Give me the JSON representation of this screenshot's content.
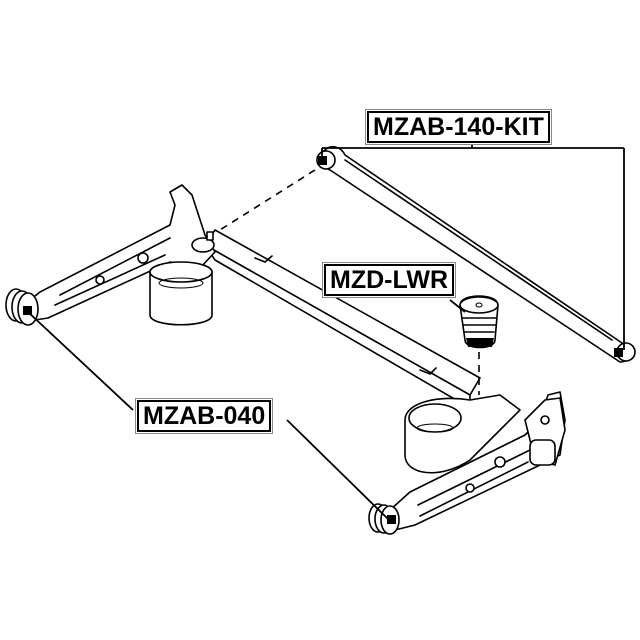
{
  "diagram": {
    "subject": "rear suspension torsion beam axle",
    "callouts": [
      {
        "id": "rod",
        "part_number": "MZAB-140-KIT",
        "points_to": "lateral rod end bushings"
      },
      {
        "id": "bump",
        "part_number": "MZD-LWR",
        "points_to": "bump stop"
      },
      {
        "id": "arm",
        "part_number": "MZAB-040",
        "points_to": "trailing arm front bushings"
      }
    ]
  }
}
